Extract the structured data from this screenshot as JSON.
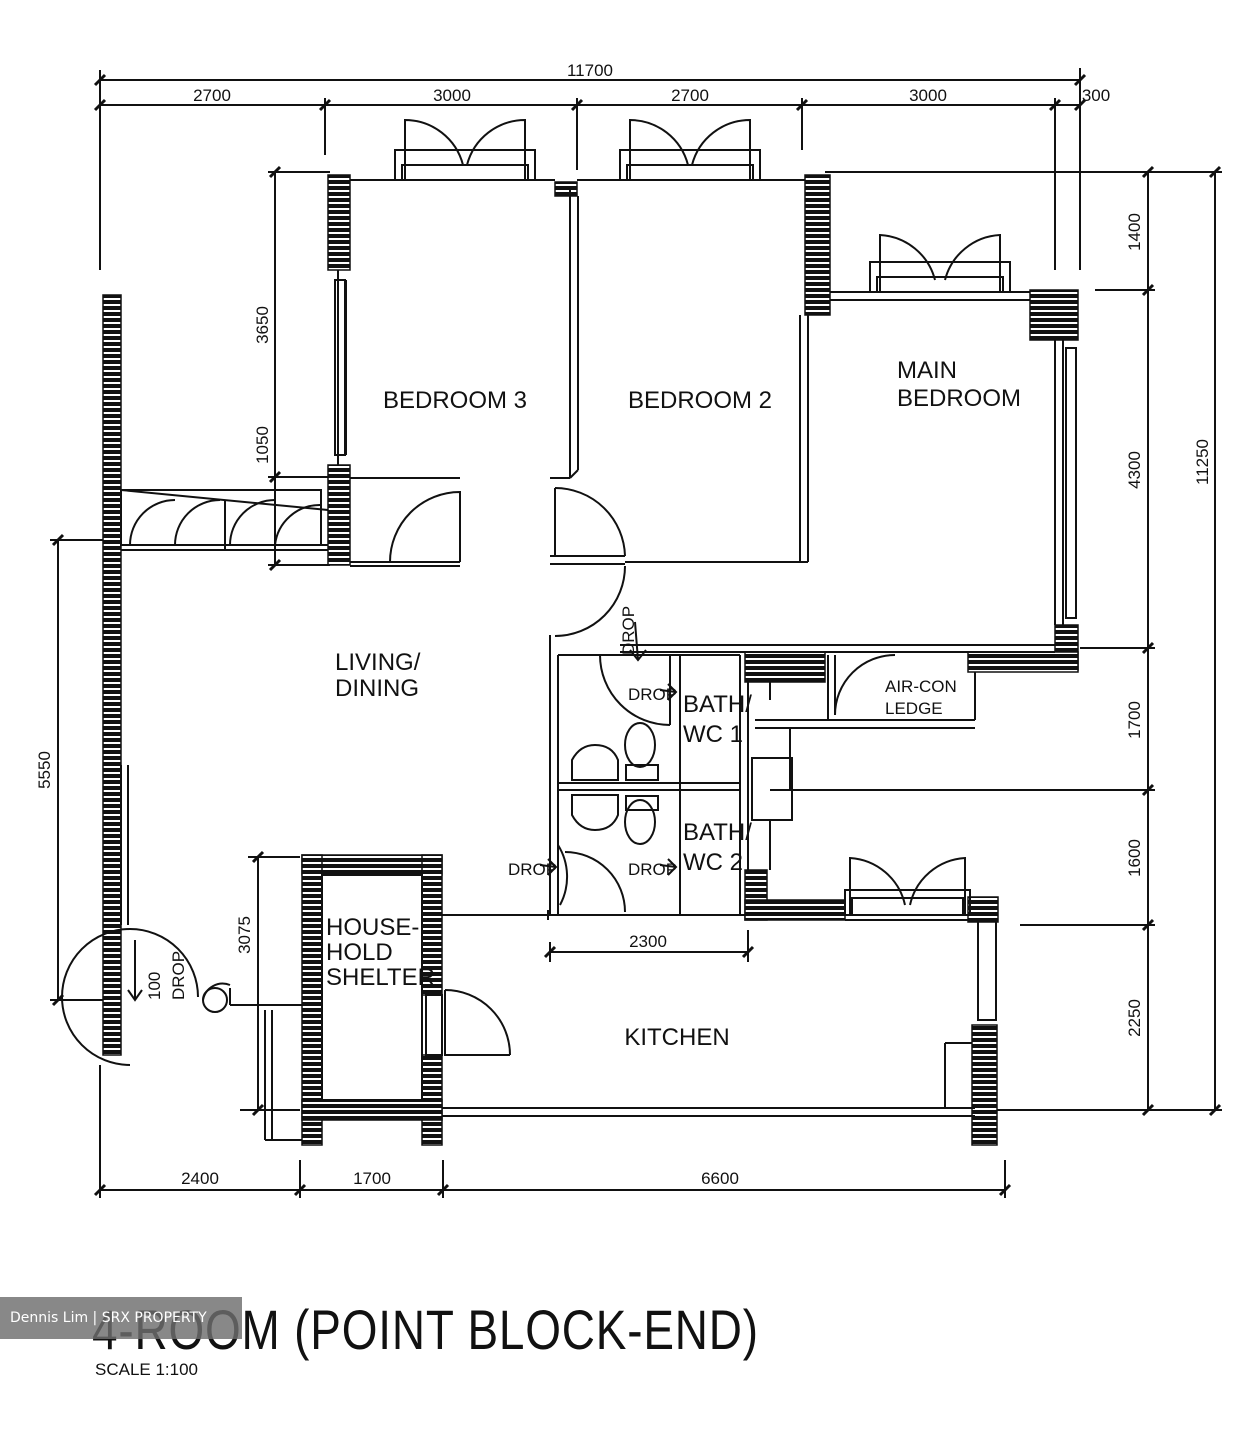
{
  "title": "4-ROOM (POINT BLOCK-END)",
  "scale": "SCALE   1:100",
  "watermark": "Dennis Lim | SRX PROPERTY",
  "rooms": {
    "bedroom3": "BEDROOM 3",
    "bedroom2": "BEDROOM 2",
    "main_bedroom_1": "MAIN",
    "main_bedroom_2": "BEDROOM",
    "living_1": "LIVING/",
    "living_2": "DINING",
    "bath1_1": "BATH/",
    "bath1_2": "WC 1",
    "bath2_1": "BATH/",
    "bath2_2": "WC 2",
    "aircon_1": "AIR-CON",
    "aircon_2": "LEDGE",
    "shelter_1": "HOUSE-",
    "shelter_2": "HOLD",
    "shelter_3": "SHELTER",
    "kitchen": "KITCHEN"
  },
  "drop_labels": [
    "DROP",
    "DROP",
    "DROP",
    "DROP",
    "DROP"
  ],
  "door_step": "100",
  "dimensions": {
    "top_total": "11700",
    "top_segments": [
      "2700",
      "3000",
      "2700",
      "3000",
      "300"
    ],
    "bottom_segments": [
      "2400",
      "1700",
      "6600"
    ],
    "right_total": "11250",
    "right_segments": [
      "1400",
      "4300",
      "1700",
      "1600",
      "2250"
    ],
    "left_total": "5550",
    "bedroom3_side": [
      "3650",
      "1050"
    ],
    "shelter_side": "3075",
    "bath_width": "2300"
  }
}
